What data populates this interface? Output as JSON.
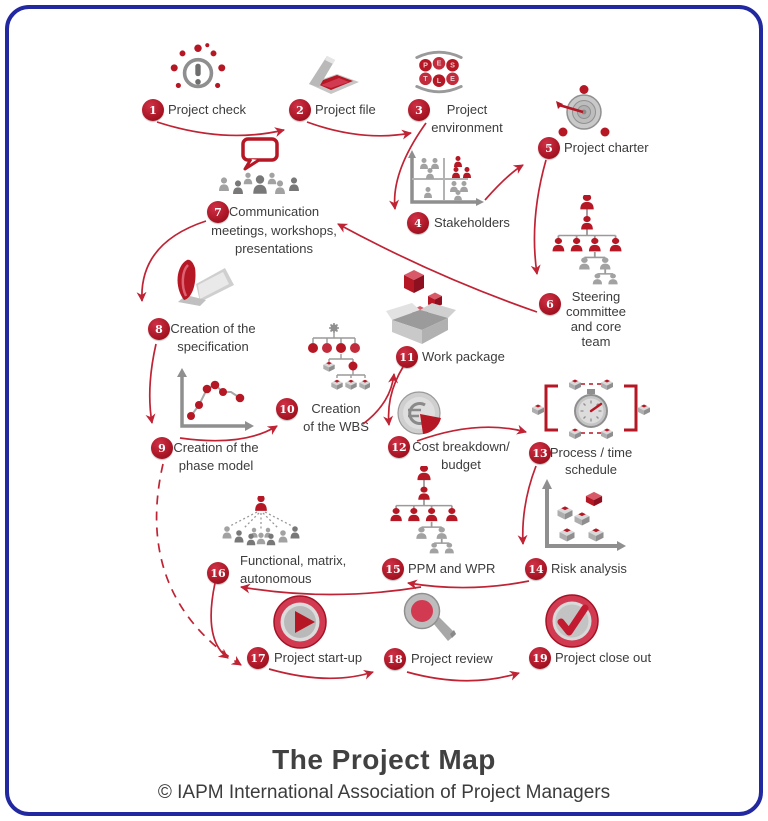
{
  "title": "The Project Map",
  "subtitle": "© IAPM International Association of Project Managers",
  "colors": {
    "accent_red": "#b51724",
    "arrow_red": "#bf2334",
    "frame_blue": "#2128a0",
    "icon_gray": "#9a9a9a",
    "text_gray": "#3c3c3c"
  },
  "pestle_letters": "PESTLE",
  "steps": [
    {
      "num": "1",
      "label": "Project check",
      "icon": "alert-burst-icon"
    },
    {
      "num": "2",
      "label": "Project file",
      "icon": "open-folder-icon"
    },
    {
      "num": "3",
      "label": "Project\nenvironment",
      "icon": "pestle-circles-icon"
    },
    {
      "num": "4",
      "label": "Stakeholders",
      "icon": "stakeholder-matrix-icon"
    },
    {
      "num": "5",
      "label": "Project charter",
      "icon": "target-dart-icon"
    },
    {
      "num": "6",
      "label": "Steering\ncommittee\nand core\nteam",
      "icon": "org-chart-icon"
    },
    {
      "num": "7",
      "label": "Communication\nmeetings, workshops,\npresentations",
      "icon": "speech-bubble-people-icon"
    },
    {
      "num": "8",
      "label": "Creation of the\nspecification",
      "icon": "open-book-icon"
    },
    {
      "num": "9",
      "label": "Creation of the\nphase model",
      "icon": "phase-model-chart-icon"
    },
    {
      "num": "10",
      "label": "Creation\nof the WBS",
      "icon": "wbs-tree-icon"
    },
    {
      "num": "11",
      "label": "Work package",
      "icon": "open-box-icon"
    },
    {
      "num": "12",
      "label": "Cost breakdown/\nbudget",
      "icon": "euro-pie-icon"
    },
    {
      "num": "13",
      "label": "Process / time\nschedule",
      "icon": "stopwatch-brackets-icon"
    },
    {
      "num": "14",
      "label": "Risk analysis",
      "icon": "risk-scatter-icon"
    },
    {
      "num": "15",
      "label": "PPM and WPR",
      "icon": "org-chart-icon"
    },
    {
      "num": "16",
      "label": "Functional, matrix,\nautonomous",
      "icon": "delegation-fan-icon"
    },
    {
      "num": "17",
      "label": "Project start-up",
      "icon": "play-button-icon"
    },
    {
      "num": "18",
      "label": "Project review",
      "icon": "magnifier-icon"
    },
    {
      "num": "19",
      "label": "Project close out",
      "icon": "check-badge-icon"
    }
  ],
  "connections": [
    {
      "from": "1",
      "to": "2",
      "style": "solid"
    },
    {
      "from": "2",
      "to": "3",
      "style": "solid"
    },
    {
      "from": "3",
      "to": "4",
      "style": "solid"
    },
    {
      "from": "4",
      "to": "5",
      "style": "solid"
    },
    {
      "from": "5",
      "to": "6",
      "style": "solid"
    },
    {
      "from": "6",
      "to": "7",
      "style": "solid"
    },
    {
      "from": "7",
      "to": "8",
      "style": "solid"
    },
    {
      "from": "8",
      "to": "9",
      "style": "solid"
    },
    {
      "from": "9",
      "to": "10",
      "style": "solid"
    },
    {
      "from": "10",
      "to": "11",
      "style": "solid"
    },
    {
      "from": "11",
      "to": "12",
      "style": "solid"
    },
    {
      "from": "12",
      "to": "13",
      "style": "solid"
    },
    {
      "from": "13",
      "to": "14",
      "style": "solid"
    },
    {
      "from": "14",
      "to": "15",
      "style": "solid"
    },
    {
      "from": "15",
      "to": "16",
      "style": "solid"
    },
    {
      "from": "16",
      "to": "17",
      "style": "solid"
    },
    {
      "from": "17",
      "to": "18",
      "style": "solid"
    },
    {
      "from": "18",
      "to": "19",
      "style": "solid"
    },
    {
      "from": "9",
      "to": "17",
      "style": "dashed"
    }
  ]
}
